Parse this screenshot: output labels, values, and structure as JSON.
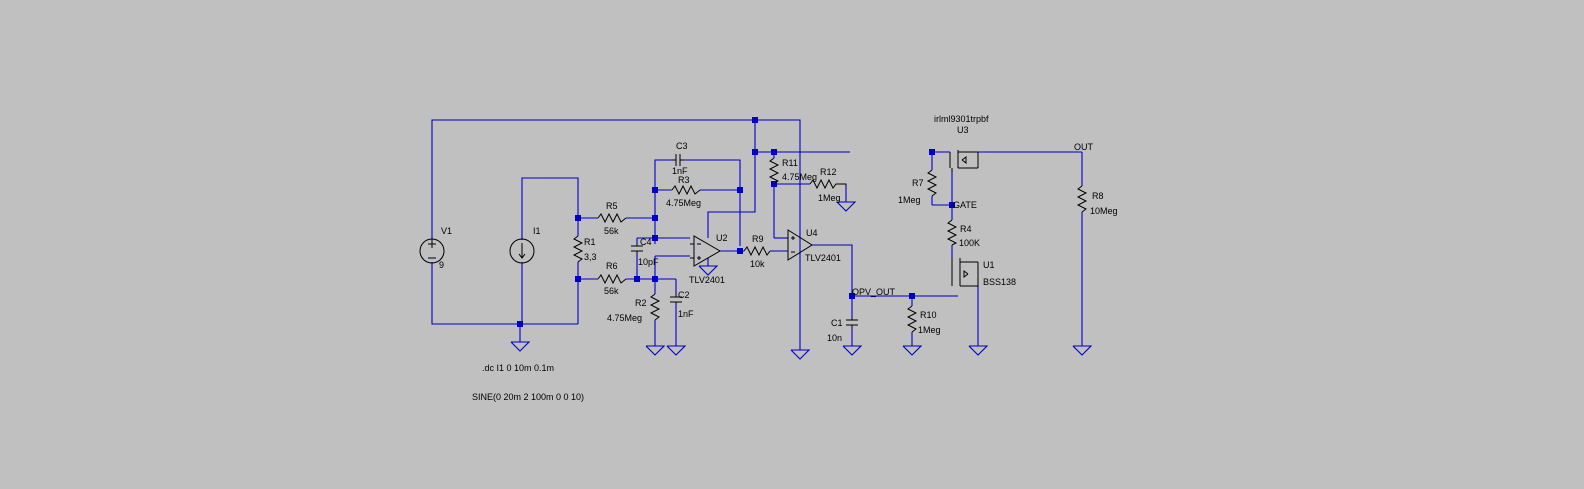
{
  "colors": {
    "background": "#c0c0c0",
    "wire": "#0000c8",
    "component": "#000000"
  },
  "components": {
    "V1": {
      "name": "V1",
      "value": "9"
    },
    "I1": {
      "name": "I1"
    },
    "R1": {
      "name": "R1",
      "value": "3,3"
    },
    "R5": {
      "name": "R5",
      "value": "56k"
    },
    "R6": {
      "name": "R6",
      "value": "56k"
    },
    "C3": {
      "name": "C3",
      "value": "1nF"
    },
    "R3": {
      "name": "R3",
      "value": "4.75Meg"
    },
    "C4": {
      "name": "C4",
      "value": "10pF"
    },
    "U2": {
      "name": "U2",
      "value": "TLV2401"
    },
    "R2": {
      "name": "R2",
      "value": "4.75Meg"
    },
    "C2": {
      "name": "C2",
      "value": "1nF"
    },
    "R9": {
      "name": "R9",
      "value": "10k"
    },
    "R11": {
      "name": "R11",
      "value": "4.75Meg"
    },
    "R12": {
      "name": "R12",
      "value": "1Meg"
    },
    "U4": {
      "name": "U4",
      "value": "TLV2401"
    },
    "C1": {
      "name": "C1",
      "value": "10n"
    },
    "R10": {
      "name": "R10",
      "value": "1Meg"
    },
    "R7": {
      "name": "R7",
      "value": "1Meg"
    },
    "R4": {
      "name": "R4",
      "value": "100K"
    },
    "U1": {
      "name": "U1",
      "value": "BSS138"
    },
    "U3": {
      "name": "U3",
      "value": "irlml9301trpbf"
    },
    "R8": {
      "name": "R8",
      "value": "10Meg"
    }
  },
  "net_labels": {
    "gate": "GATE",
    "opv_out": "OPV_OUT",
    "out": "OUT"
  },
  "directives": {
    "dc": ".dc I1 0 10m 0.1m",
    "sine": "SINE(0 20m 2 100m 0 0 10)"
  }
}
